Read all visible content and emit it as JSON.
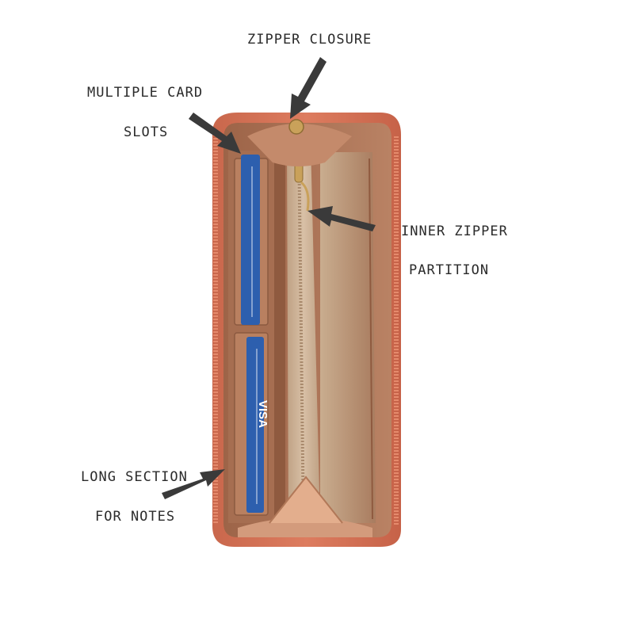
{
  "labels": {
    "zipper_closure": "ZIPPER CLOSURE",
    "card_slots_line1": "MULTIPLE CARD",
    "card_slots_line2": "SLOTS",
    "inner_zipper_line1": "INNER ZIPPER",
    "inner_zipper_line2": "PARTITION",
    "long_section_line1": "LONG SECTION",
    "long_section_line2": "FOR NOTES"
  },
  "card_brand": "VISA",
  "colors": {
    "wallet_exterior": "#d9765a",
    "wallet_lining_tan": "#b07a5c",
    "partition_beige": "#c8ad92",
    "card_blue": "#2d5fae",
    "arrow": "#3a3a3a",
    "zipper_gold": "#c9a15a"
  }
}
